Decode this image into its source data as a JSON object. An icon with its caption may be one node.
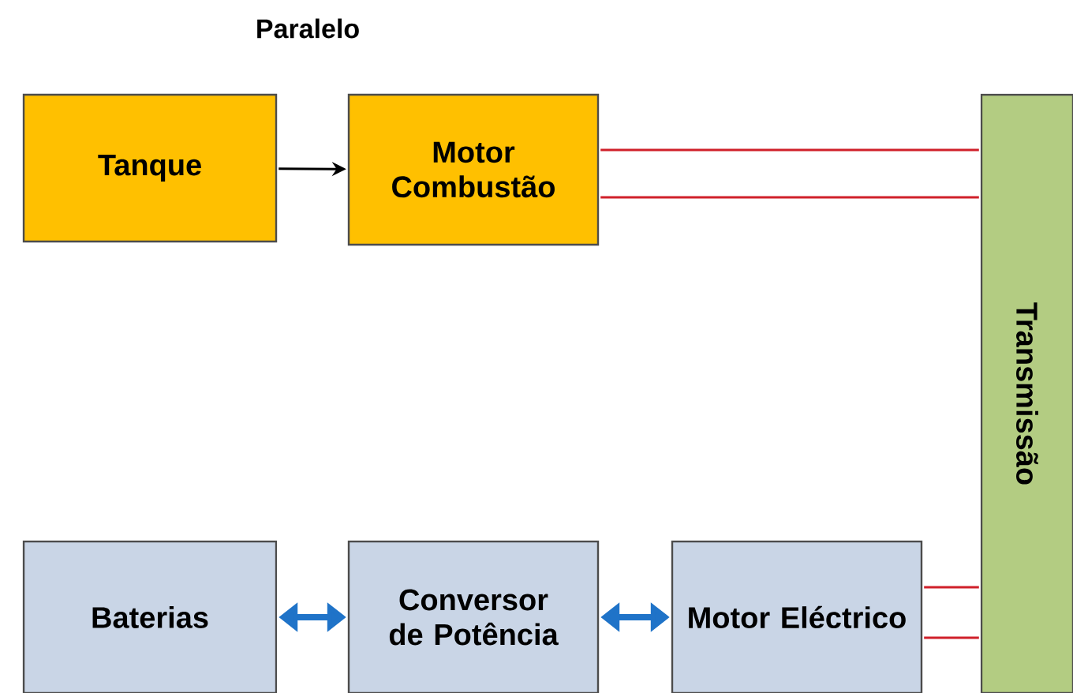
{
  "diagram": {
    "title": "Paralelo",
    "nodes": [
      {
        "text": [
          "Tanque"
        ]
      },
      {
        "text": [
          "Motor Combustão"
        ]
      },
      {
        "text": [
          "Transmissão"
        ]
      },
      {
        "text": [
          "Baterias"
        ]
      },
      {
        "text": [
          "Conversor de Potência"
        ]
      },
      {
        "text": [
          "Motor Eléctrico"
        ]
      }
    ],
    "edges": [
      {
        "from": 0,
        "to": 1,
        "arrow": "to",
        "color": "#000000"
      },
      {
        "from": 1,
        "to": 2,
        "arrow": "none",
        "color": "#d0202a"
      },
      {
        "from": 1,
        "to": 2,
        "arrow": "none",
        "color": "#d0202a"
      },
      {
        "from": 3,
        "to": 4,
        "arrow": "both",
        "style": "thick",
        "color": "#1f73c8"
      },
      {
        "from": 4,
        "to": 5,
        "arrow": "both",
        "style": "thick",
        "color": "#1f73c8"
      },
      {
        "from": 5,
        "to": 2,
        "arrow": "none",
        "color": "#d0202a"
      },
      {
        "from": 5,
        "to": 2,
        "arrow": "none",
        "color": "#d0202a"
      }
    ]
  }
}
